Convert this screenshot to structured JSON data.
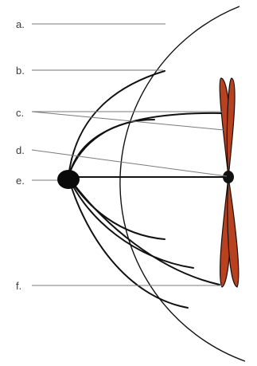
{
  "labels": {
    "a": "a.",
    "b": "b.",
    "c": "c.",
    "d": "d.",
    "e": "e.",
    "f": "f."
  },
  "colors": {
    "chromatid_fill": "#b8411f",
    "chromatid_outline": "#1a0d08",
    "centromere": "#111111",
    "centrosome": "#0a0a0a",
    "outline": "#111111",
    "leader_line": "#7a7a7a"
  }
}
